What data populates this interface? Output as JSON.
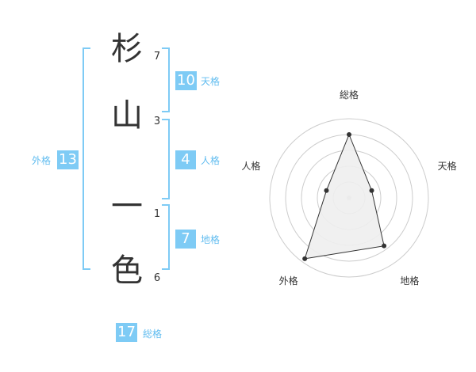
{
  "name": {
    "characters": [
      {
        "char": "杉",
        "strokes": "7"
      },
      {
        "char": "山",
        "strokes": "3"
      },
      {
        "char": "一",
        "strokes": "1"
      },
      {
        "char": "色",
        "strokes": "6"
      }
    ]
  },
  "scores": {
    "tenkaku": {
      "value": "10",
      "label": "天格"
    },
    "jinkaku": {
      "value": "4",
      "label": "人格"
    },
    "chikaku": {
      "value": "7",
      "label": "地格"
    },
    "gaikaku": {
      "value": "13",
      "label": "外格"
    },
    "soukaku": {
      "value": "17",
      "label": "総格"
    }
  },
  "colors": {
    "accent": "#7ecbf5",
    "label": "#62bdf0",
    "text": "#333333"
  },
  "chart_data": {
    "type": "radar",
    "axes": [
      "総格",
      "天格",
      "地格",
      "外格",
      "人格"
    ],
    "values": [
      0.8,
      0.3,
      0.75,
      0.95,
      0.3
    ],
    "rings": 5,
    "grid": true,
    "fill": "#eeeeee",
    "stroke": "#333333"
  }
}
